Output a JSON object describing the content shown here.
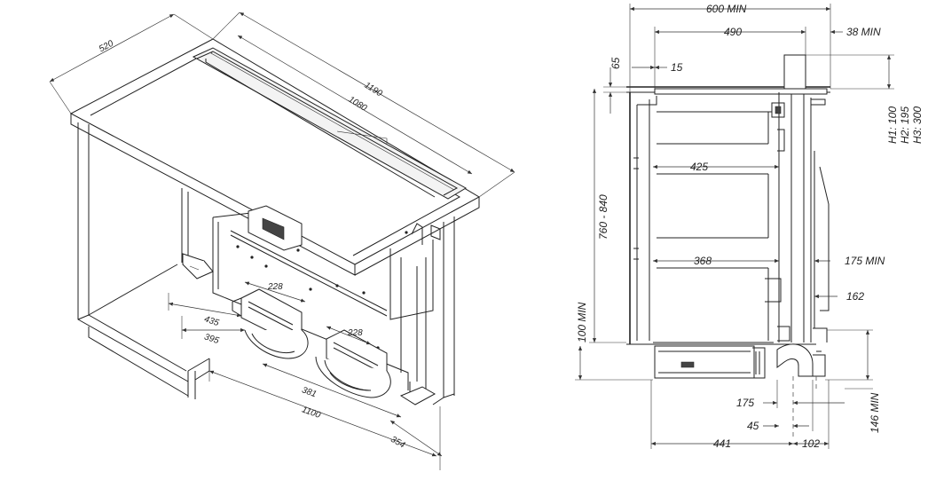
{
  "iso_labels": {
    "d520": "520",
    "d1190": "1190",
    "d1080": "1080",
    "d228a": "228",
    "d228b": "228",
    "d435": "435",
    "d395": "395",
    "d381": "381",
    "d1100": "1100",
    "d354": "354"
  },
  "side_labels": {
    "d600min": "600 MIN",
    "d490": "490",
    "d38min": "38 MIN",
    "d65": "65",
    "d15": "15",
    "d425": "425",
    "d760_840": "760 - 840",
    "d368": "368",
    "d175min": "175 MIN",
    "d162": "162",
    "d100min": "100 MIN",
    "d175": "175",
    "d45": "45",
    "d441": "441",
    "d102": "102",
    "d146min": "146 MIN",
    "h1": "H1: 100",
    "h2": "H2: 195",
    "h3": "H3: 300"
  }
}
